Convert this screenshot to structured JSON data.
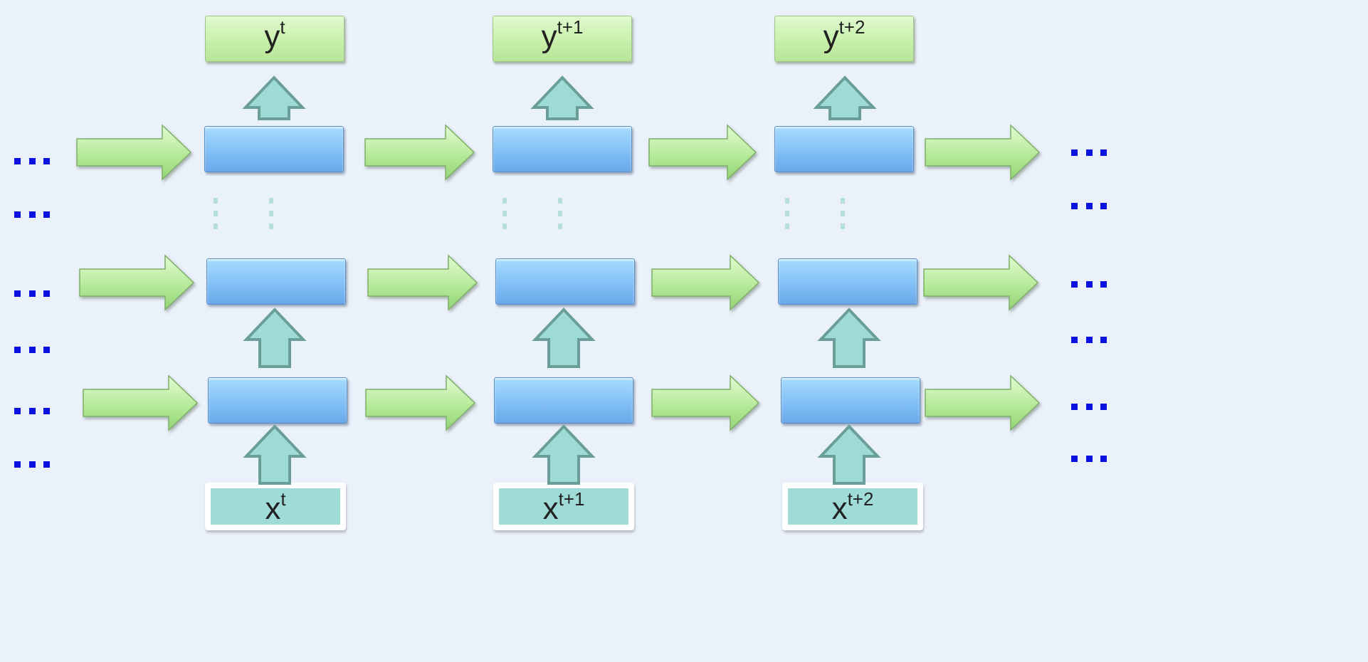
{
  "outputs": [
    {
      "base": "y",
      "sup": "t"
    },
    {
      "base": "y",
      "sup": "t+1"
    },
    {
      "base": "y",
      "sup": "t+2"
    }
  ],
  "inputs": [
    {
      "base": "x",
      "sup": "t"
    },
    {
      "base": "x",
      "sup": "t+1"
    },
    {
      "base": "x",
      "sup": "t+2"
    }
  ],
  "ellipsis": "...",
  "colors": {
    "cell": "#7ab8f3",
    "label_box": "#c6efa8",
    "input_box": "#9fdcd7",
    "recurrent_arrow": "#a8e38a",
    "up_arrow": "#9fdbd6",
    "ellipsis": "#0a10e0"
  }
}
